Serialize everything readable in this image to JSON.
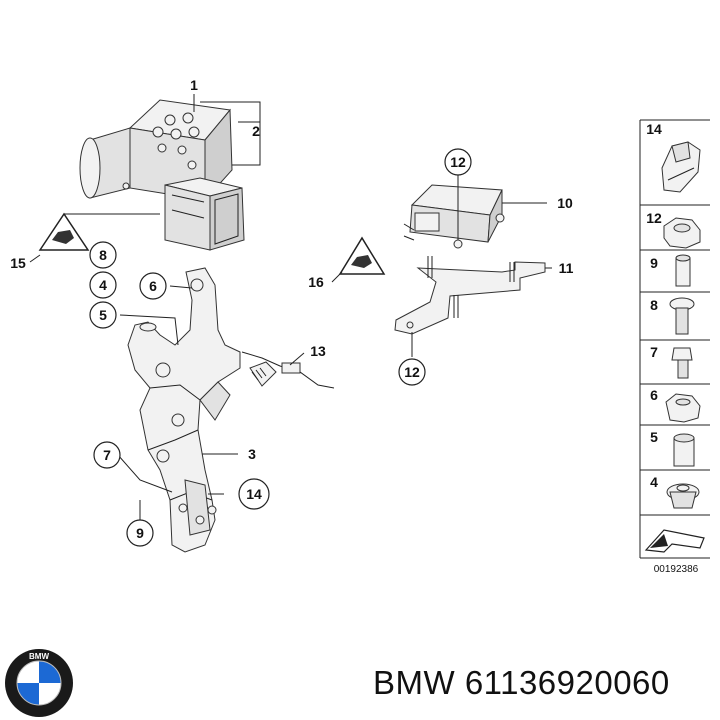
{
  "callouts": [
    "1",
    "2",
    "3",
    "4",
    "5",
    "6",
    "7",
    "8",
    "9",
    "10",
    "11",
    "12",
    "13",
    "14",
    "15",
    "16"
  ],
  "sidebar_items": [
    "14",
    "12",
    "9",
    "8",
    "7",
    "6",
    "5",
    "4"
  ],
  "diagram_code": "00192386",
  "brand": "BMW",
  "part_number": "61136920060",
  "logo_letters": "BMW",
  "colors": {
    "line": "#222222",
    "part_fill": "#f2f2f2",
    "logo_blue": "#1c69d4"
  }
}
